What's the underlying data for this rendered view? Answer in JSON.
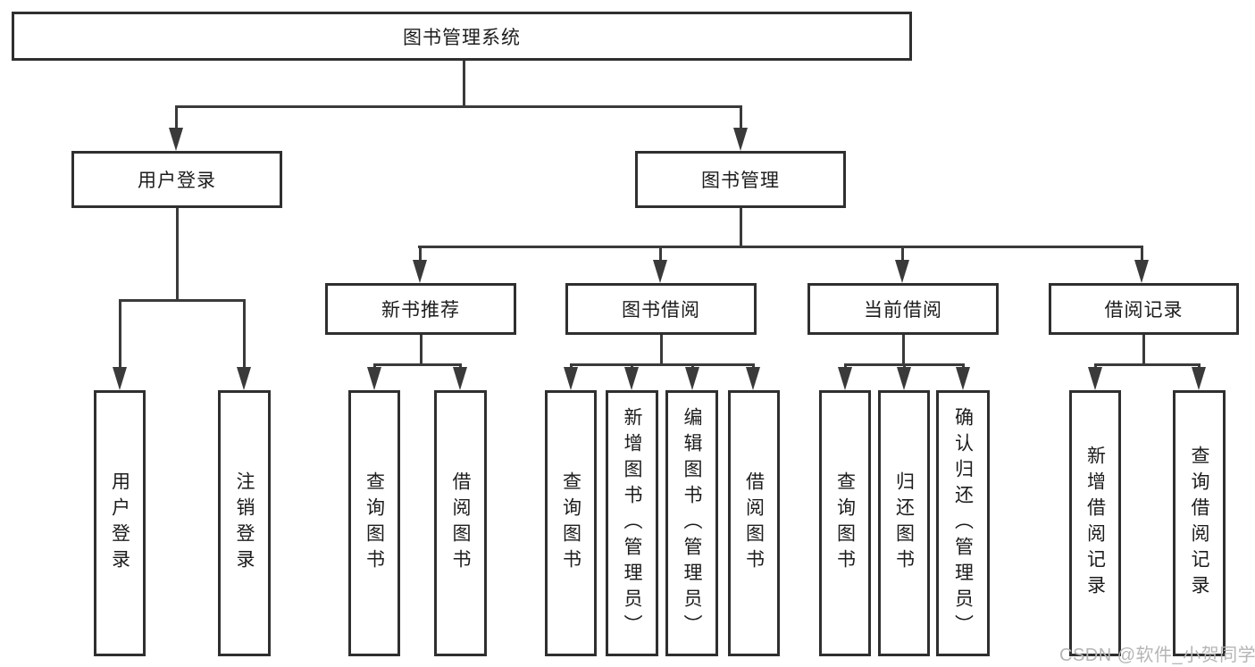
{
  "diagram": {
    "root": {
      "label": "图书管理系统"
    },
    "branches": [
      {
        "label": "用户登录",
        "children": [
          {
            "label": "用户登录"
          },
          {
            "label": "注销登录"
          }
        ]
      },
      {
        "label": "图书管理",
        "children": [
          {
            "label": "新书推荐",
            "children": [
              {
                "label": "查询图书"
              },
              {
                "label": "借阅图书"
              }
            ]
          },
          {
            "label": "图书借阅",
            "children": [
              {
                "label": "查询图书"
              },
              {
                "label": "新增图书（管理员）"
              },
              {
                "label": "编辑图书（管理员）"
              },
              {
                "label": "借阅图书"
              }
            ]
          },
          {
            "label": "当前借阅",
            "children": [
              {
                "label": "查询图书"
              },
              {
                "label": "归还图书"
              },
              {
                "label": "确认归还（管理员）"
              }
            ]
          },
          {
            "label": "借阅记录",
            "children": [
              {
                "label": "新增借阅记录"
              },
              {
                "label": "查询借阅记录"
              }
            ]
          }
        ]
      }
    ]
  },
  "watermark": {
    "text": "CSDN @软件_小贺同学"
  },
  "colors": {
    "line": "#3a3a3a",
    "box_border": "#2f2f2f",
    "text": "#1c1c1c",
    "watermark": "#b5b5b5",
    "background": "#ffffff"
  }
}
